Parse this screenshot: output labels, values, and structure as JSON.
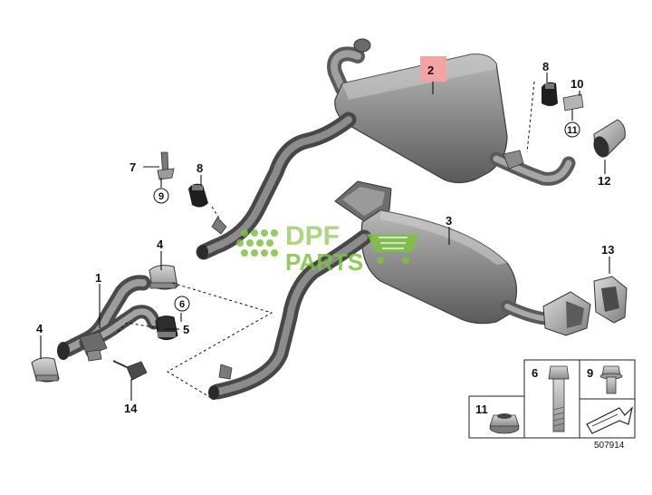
{
  "callouts": {
    "c1": "1",
    "c2": "2",
    "c3": "3",
    "c4a": "4",
    "c4b": "4",
    "c5": "5",
    "c6": "6",
    "c7": "7",
    "c8a": "8",
    "c8b": "8",
    "c9": "9",
    "c10": "10",
    "c11": "11",
    "c12": "12",
    "c13": "13",
    "c14": "14"
  },
  "legend": {
    "k6": "6",
    "k9": "9",
    "k11": "11"
  },
  "watermark": {
    "line1": "DPF",
    "line2": "PARTS"
  },
  "reference": "507914",
  "colors": {
    "highlight": "#f4a3a3",
    "pipe_dark": "#4d4d4d",
    "pipe_light": "#9a9a9a",
    "watermark": "#7ec241"
  }
}
